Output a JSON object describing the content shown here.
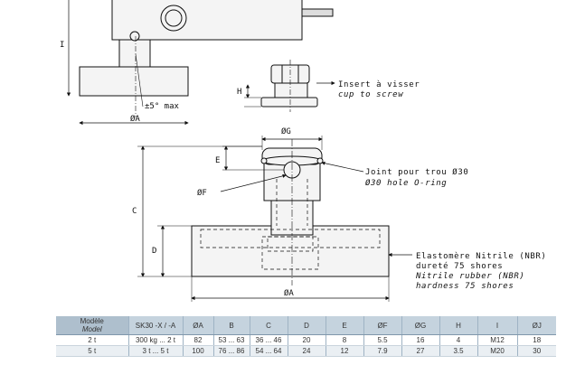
{
  "annotations": {
    "insert_fr": "Insert à visser",
    "insert_en": "cup to screw",
    "oring_fr": "Joint pour trou Ø30",
    "oring_en": "Ø30 hole O-ring",
    "elast_fr_1": "Elastomère Nitrile (NBR)",
    "elast_fr_2": "dureté 75 shores",
    "elast_en_1": "Nitrile rubber (NBR)",
    "elast_en_2": "hardness 75 shores",
    "tilt": "±5° max"
  },
  "dimensions": {
    "oA_top": "ØA",
    "h_top": "I",
    "H": "H",
    "oG": "ØG",
    "E": "E",
    "oF": "ØF",
    "C": "C",
    "D": "D",
    "oA": "ØA"
  },
  "table": {
    "header": {
      "model_fr": "Modèle",
      "model_en": "Model",
      "columns": [
        "SK30 -X / -A",
        "ØA",
        "B",
        "C",
        "D",
        "E",
        "ØF",
        "ØG",
        "H",
        "I",
        "ØJ"
      ]
    },
    "rows": [
      {
        "model": "2 t",
        "cells": [
          "300 kg ... 2 t",
          "82",
          "53 ... 63",
          "36 ... 46",
          "20",
          "8",
          "5.5",
          "16",
          "4",
          "M12",
          "18"
        ]
      },
      {
        "model": "5 t",
        "cells": [
          "3 t ... 5 t",
          "100",
          "76 ... 86",
          "54 ... 64",
          "24",
          "12",
          "7.9",
          "27",
          "3.5",
          "M20",
          "30"
        ]
      }
    ]
  },
  "colors": {
    "header_bg": "#c5d3de",
    "row_alt_bg": "#eaeff3",
    "drawing_bg": "#f4f4f4"
  }
}
